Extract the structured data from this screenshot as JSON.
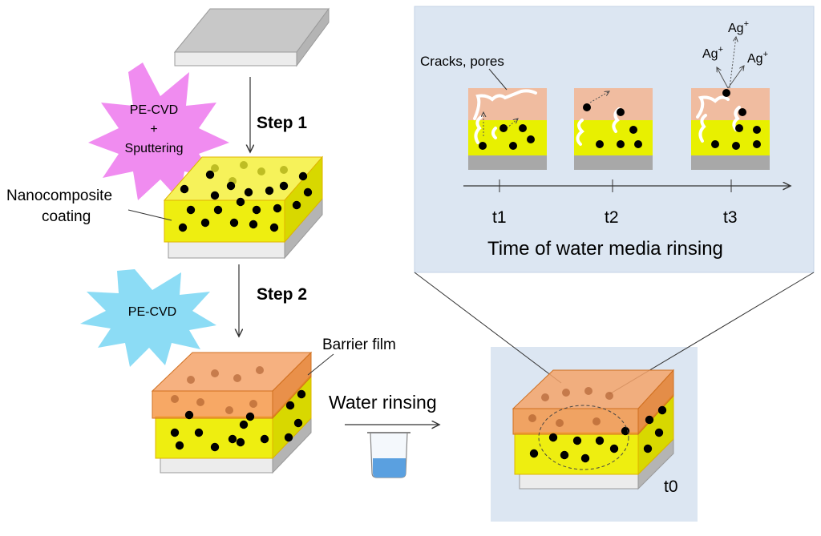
{
  "labels": {
    "step1": "Step 1",
    "step2": "Step 2",
    "pecvd_top": "PE-CVD",
    "plus": "+",
    "sputtering": "Sputtering",
    "pecvd_bottom": "PE-CVD",
    "nanocomposite_line1": "Nanocomposite",
    "nanocomposite_line2": "coating",
    "barrier_film": "Barrier film",
    "water_rinsing": "Water rinsing",
    "cracks_pores": "Cracks, pores",
    "ag_ion": "Ag",
    "ag_sup": "+",
    "t0": "t0",
    "t1": "t1",
    "t2": "t2",
    "t3": "t3",
    "axis_title": "Time of water media rinsing"
  },
  "colors": {
    "substrate": "#dedede",
    "coating_yellow": "#f0f000",
    "barrier_orange": "#f5a36a",
    "burst_pink": "#f08cf0",
    "burst_blue": "#8cdcf5",
    "panel_bg": "#dce6f2",
    "particle": "#000000"
  }
}
